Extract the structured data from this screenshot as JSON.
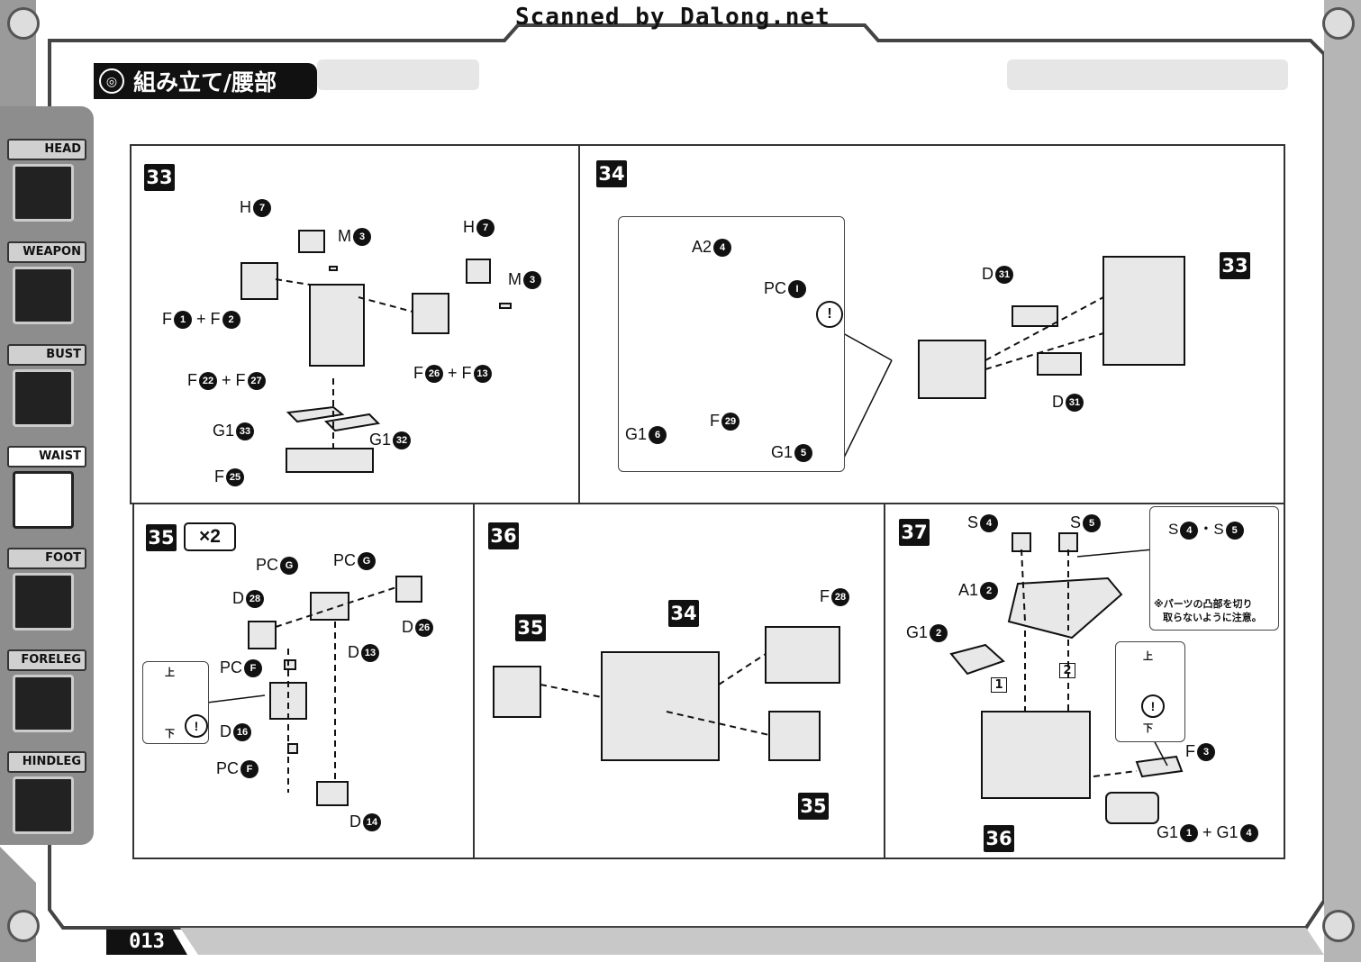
{
  "header": {
    "scan_credit": "Scanned by Dalong.net"
  },
  "section": {
    "title": "組み立て/腰部"
  },
  "sidebar": {
    "items": [
      {
        "label": "HEAD",
        "active": false
      },
      {
        "label": "WEAPON",
        "active": false
      },
      {
        "label": "BUST",
        "active": false
      },
      {
        "label": "WAIST",
        "active": true
      },
      {
        "label": "FOOT",
        "active": false
      },
      {
        "label": "FORELEG",
        "active": false
      },
      {
        "label": "HINDLEG",
        "active": false
      }
    ]
  },
  "steps": {
    "s33": {
      "number": "33",
      "labels": [
        {
          "text": "H",
          "badge": "7"
        },
        {
          "text": "M",
          "badge": "3"
        },
        {
          "text": "H",
          "badge": "7"
        },
        {
          "text": "M",
          "badge": "3"
        },
        {
          "text": "F",
          "badge": "1",
          "plus": "F",
          "badge2": "2"
        },
        {
          "text": "F",
          "badge": "22",
          "plus": "F",
          "badge2": "27"
        },
        {
          "text": "F",
          "badge": "26",
          "plus": "F",
          "badge2": "13"
        },
        {
          "text": "G1",
          "badge": "33"
        },
        {
          "text": "G1",
          "badge": "32"
        },
        {
          "text": "F",
          "badge": "25"
        }
      ]
    },
    "s34": {
      "number": "34",
      "labels": [
        {
          "text": "A2",
          "badge": "4"
        },
        {
          "text": "PC",
          "badge": "I"
        },
        {
          "text": "G1",
          "badge": "6"
        },
        {
          "text": "F",
          "badge": "29"
        },
        {
          "text": "G1",
          "badge": "5"
        },
        {
          "text": "D",
          "badge": "31"
        },
        {
          "text": "D",
          "badge": "31"
        },
        {
          "text": "",
          "badge": "33"
        }
      ]
    },
    "s35": {
      "number": "35",
      "multiplier": "×2",
      "labels": [
        {
          "text": "PC",
          "badge": "G"
        },
        {
          "text": "PC",
          "badge": "G"
        },
        {
          "text": "D",
          "badge": "28"
        },
        {
          "text": "D",
          "badge": "26"
        },
        {
          "text": "D",
          "badge": "13"
        },
        {
          "text": "PC",
          "badge": "F"
        },
        {
          "text": "D",
          "badge": "16"
        },
        {
          "text": "PC",
          "badge": "F"
        },
        {
          "text": "D",
          "badge": "14"
        }
      ],
      "inset": {
        "top": "上",
        "bottom": "下",
        "mark": "!"
      }
    },
    "s36": {
      "number": "36",
      "labels": [
        {
          "text": "",
          "badge": "35"
        },
        {
          "text": "",
          "badge": "34"
        },
        {
          "text": "F",
          "badge": "28"
        },
        {
          "text": "",
          "badge": "35"
        }
      ]
    },
    "s37": {
      "number": "37",
      "labels": [
        {
          "text": "S",
          "badge": "4"
        },
        {
          "text": "S",
          "badge": "5"
        },
        {
          "text": "A1",
          "badge": "2"
        },
        {
          "text": "G1",
          "badge": "2"
        },
        {
          "text": "F",
          "badge": "3"
        },
        {
          "text": "G1",
          "badge": "1",
          "plus": "G1",
          "badge2": "4"
        },
        {
          "text": "",
          "badge": "36"
        }
      ],
      "order_marks": [
        "1",
        "2"
      ],
      "inset_title": {
        "a": "S",
        "badge_a": "4",
        "sep": "・",
        "b": "S",
        "badge_b": "5"
      },
      "caution_note": [
        "※パーツの凸部を切り",
        "取らないように注意。"
      ],
      "orientation_inset": {
        "top": "上",
        "bottom": "下",
        "mark": "!"
      }
    }
  },
  "footer": {
    "page_number": "013"
  }
}
